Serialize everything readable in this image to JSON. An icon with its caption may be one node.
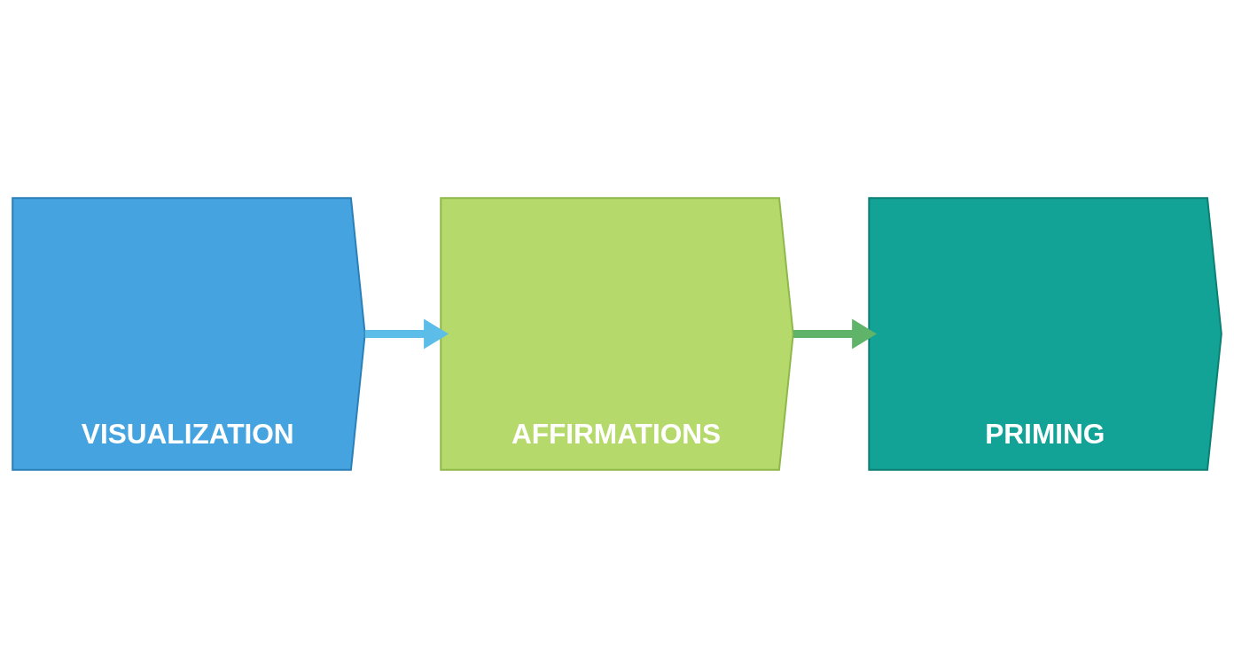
{
  "diagram": {
    "nodes": [
      {
        "text": [
          "VISUALIZATION"
        ]
      },
      {
        "text": [
          "AFFIRMATIONS"
        ]
      },
      {
        "text": [
          "PRIMING"
        ]
      }
    ],
    "edges": [
      {
        "from": 0,
        "to": 1,
        "arrow": "to",
        "color": "#5bbde8"
      },
      {
        "from": 1,
        "to": 2,
        "arrow": "to",
        "color": "#5fb46a"
      }
    ]
  }
}
